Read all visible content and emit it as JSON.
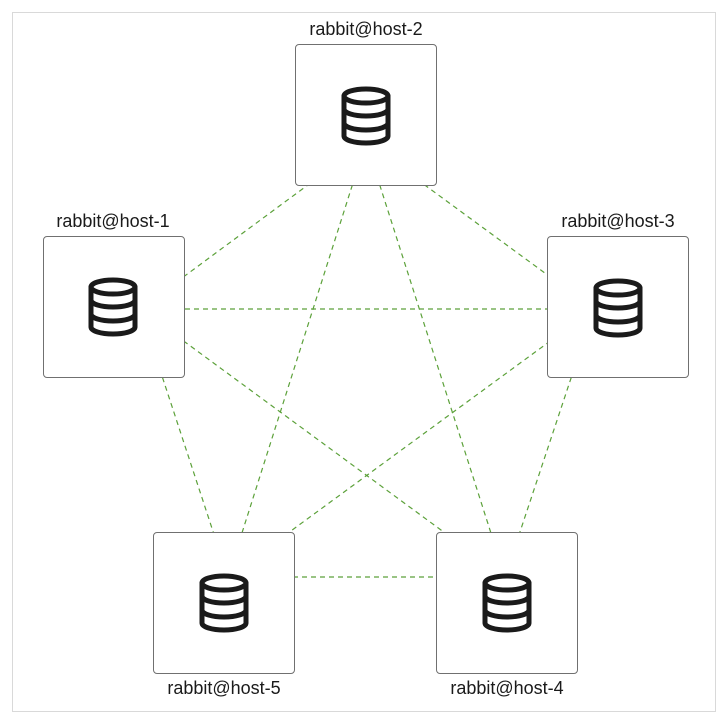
{
  "diagram": {
    "edge_color": "#5ca13a",
    "icon_color": "#1a1a1a",
    "nodes": [
      {
        "id": "host-1",
        "label": "rabbit@host-1",
        "icon": "database-icon"
      },
      {
        "id": "host-2",
        "label": "rabbit@host-2",
        "icon": "database-icon"
      },
      {
        "id": "host-3",
        "label": "rabbit@host-3",
        "icon": "database-icon"
      },
      {
        "id": "host-4",
        "label": "rabbit@host-4",
        "icon": "database-icon"
      },
      {
        "id": "host-5",
        "label": "rabbit@host-5",
        "icon": "database-icon"
      }
    ],
    "edges": [
      [
        "host-1",
        "host-2"
      ],
      [
        "host-1",
        "host-3"
      ],
      [
        "host-1",
        "host-4"
      ],
      [
        "host-1",
        "host-5"
      ],
      [
        "host-2",
        "host-3"
      ],
      [
        "host-2",
        "host-4"
      ],
      [
        "host-2",
        "host-5"
      ],
      [
        "host-3",
        "host-4"
      ],
      [
        "host-3",
        "host-5"
      ],
      [
        "host-4",
        "host-5"
      ]
    ]
  }
}
